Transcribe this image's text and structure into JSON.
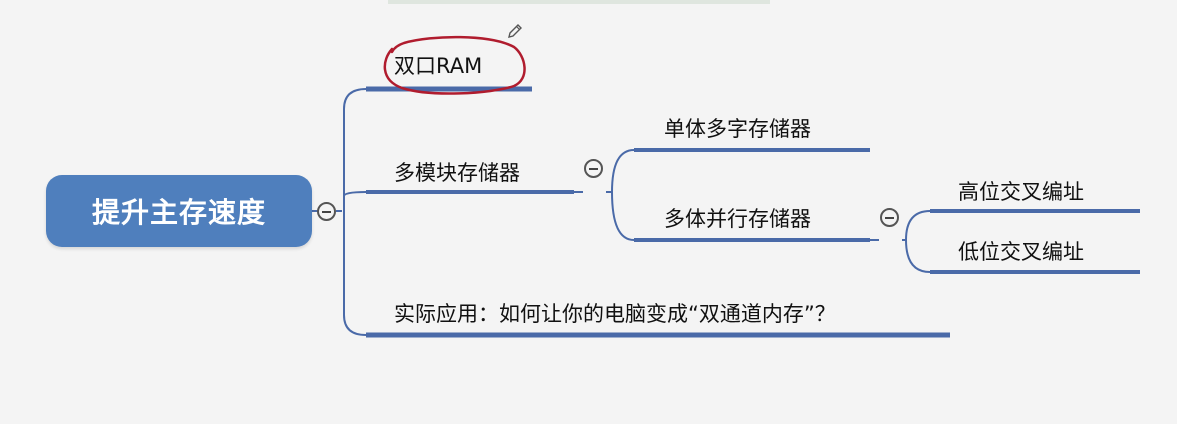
{
  "mindmap": {
    "root": {
      "label": "提升主存速度"
    },
    "branches": [
      {
        "label": "双口RAM"
      },
      {
        "label": "多模块存储器",
        "children": [
          {
            "label": "单体多字存储器"
          },
          {
            "label": "多体并行存储器",
            "children": [
              {
                "label": "高位交叉编址"
              },
              {
                "label": "低位交叉编址"
              }
            ]
          }
        ]
      },
      {
        "label": "实际应用：如何让你的电脑变成“双通道内存”？"
      }
    ]
  },
  "colors": {
    "root_fill": "#4f7fbd",
    "line": "#4a6aa8",
    "annotation_circle": "#b01c2e",
    "background": "#f4f4f4"
  },
  "icons": {
    "collapse": "minus-circle-icon",
    "edit": "pencil-icon"
  }
}
